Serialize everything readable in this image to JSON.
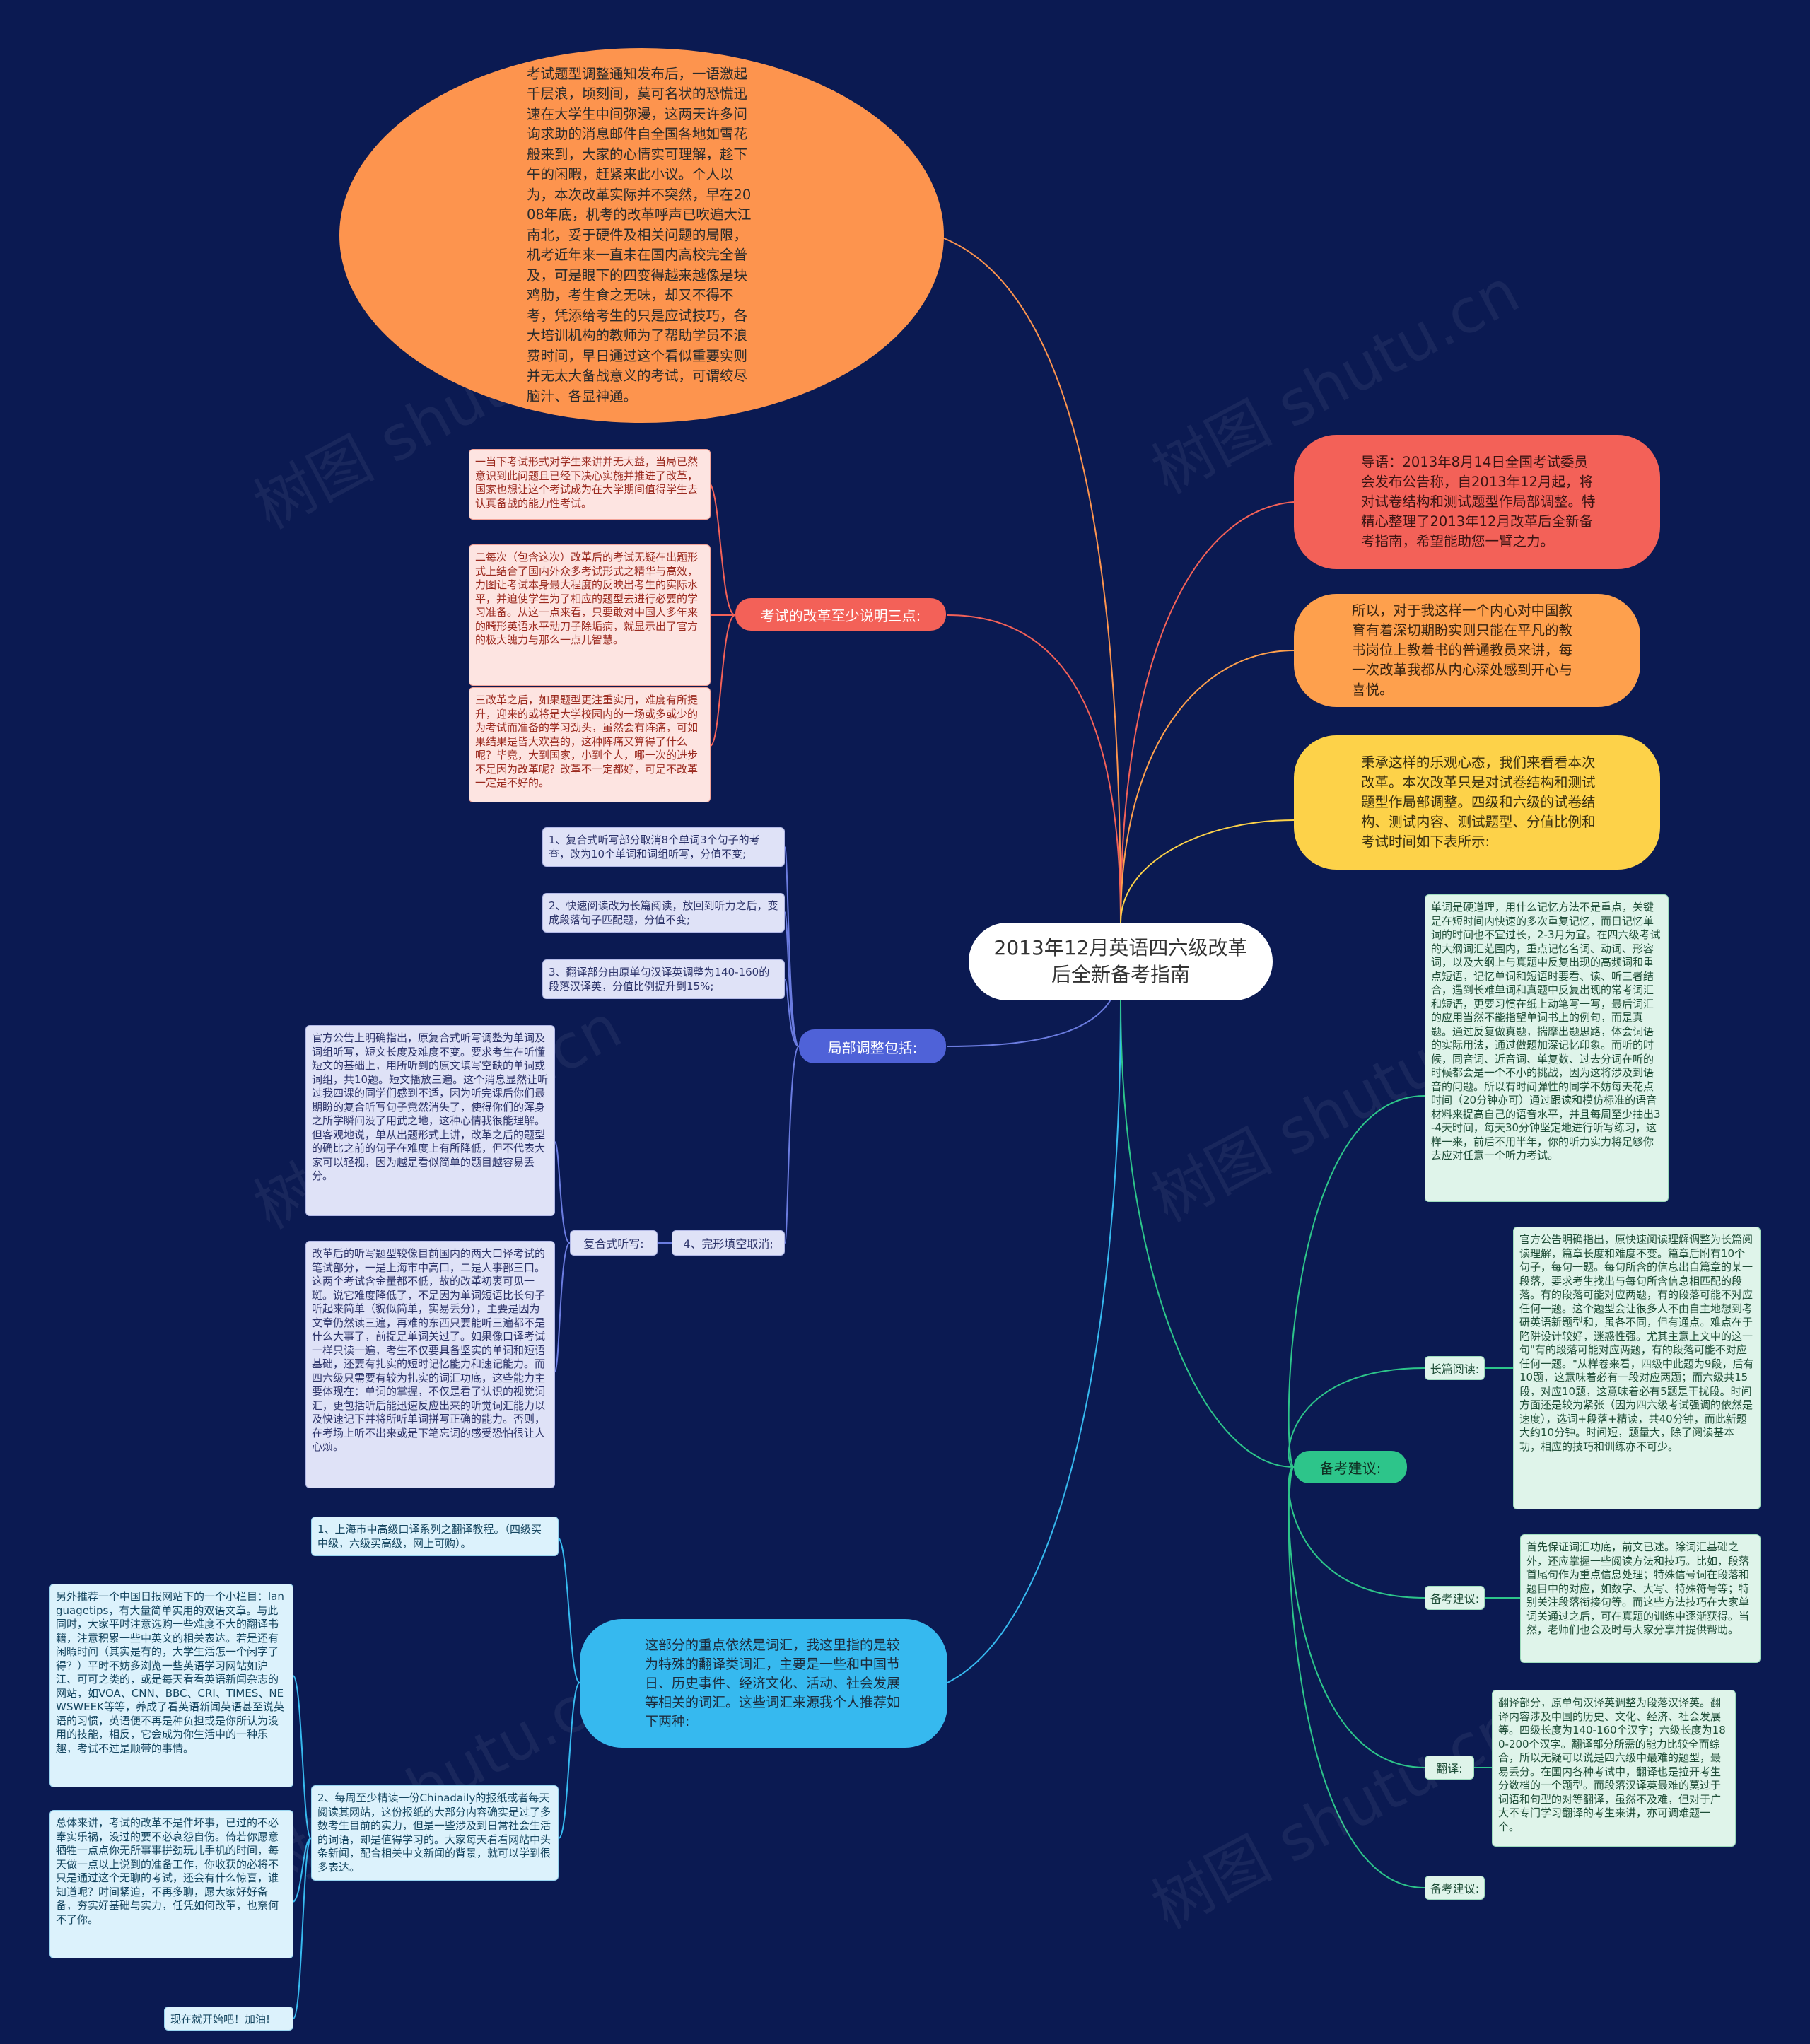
{
  "root": {
    "title": "2013年12月英语四六级改革后全新备考指南"
  },
  "watermark": "树图 shutu.cn",
  "colors": {
    "background": "#0b1a52",
    "orange": "#fd944e",
    "red": "#f36158",
    "amber": "#fea04d",
    "yellow": "#fdd249",
    "blue": "#4f62d8",
    "green": "#2dc58a",
    "cyan": "#36b9ef"
  },
  "left": {
    "intro_ellipse": "考试题型调整通知发布后，一语激起千层浪，顷刻间，莫可名状的恐慌迅速在大学生中间弥漫，这两天许多问询求助的消息邮件自全国各地如雪花般来到，大家的心情实可理解，趁下午的闲暇，赶紧来此小议。个人以为，本次改革实际并不突然，早在2008年底，机考的改革呼声已吹遍大江南北，妥于硬件及相关问题的局限，机考近年来一直未在国内高校完全普及，可是眼下的四变得越来越像是块鸡肋，考生食之无味，却又不得不考，凭添给考生的只是应试技巧，各大培训机构的教师为了帮助学员不浪费时间，早日通过这个看似重要实则并无太大备战意义的考试，可谓绞尽脑汁、各显神通。",
    "three_points": {
      "label": "考试的改革至少说明三点:",
      "items": [
        "一当下考试形式对学生来讲并无大益，当局已然意识到此问题且已经下决心实施并推进了改革，国家也想让这个考试成为在大学期间值得学生去认真备战的能力性考试。",
        "二每次（包含这次）改革后的考试无疑在出题形式上结合了国内外众多考试形式之精华与高效，力图让考试本身最大程度的反映出考生的实际水平，并迫使学生为了相应的题型去进行必要的学习准备。从这一点来看，只要敢对中国人多年来的畸形英语水平动刀子除垢病，就显示出了官方的极大魄力与那么一点儿智慧。",
        "三改革之后，如果题型更注重实用，难度有所提升，迎来的或将是大学校园内的一场或多或少的为考试而准备的学习劲头，虽然会有阵痛，可如果结果是皆大欢喜的，这种阵痛又算得了什么呢？毕竟，大到国家，小到个人，哪一次的进步不是因为改革呢？改革不一定都好，可是不改革一定是不好的。"
      ]
    },
    "partial_changes": {
      "label": "局部调整包括:",
      "items": [
        "1、复合式听写部分取消8个单词3个句子的考查，改为10个单词和词组听写，分值不变;",
        "2、快速阅读改为长篇阅读，放回到听力之后，变成段落句子匹配题，分值不变;",
        "3、翻译部分由原单句汉译英调整为140-160的段落汉译英，分值比例提升到15%;",
        "4、完形填空取消;"
      ],
      "dictation": {
        "label": "复合式听写:",
        "items": [
          "官方公告上明确指出，原复合式听写调整为单词及词组听写，短文长度及难度不变。要求考生在听懂短文的基础上，用所听到的原文填写空缺的单词或词组，共10题。短文播放三遍。这个消息显然让听过我四课的同学们感到不适，因为听完课后你们最期盼的复合听写句子竟然消失了，使得你们的浑身之所学瞬间没了用武之地，这种心情我很能理解。但客观地说，单从出题形式上讲，改革之后的题型的确比之前的句子在难度上有所降低，但不代表大家可以轻视，因为越是看似简单的题目越容易丢分。",
          "改革后的听写题型较像目前国内的两大口译考试的笔试部分，一是上海市中高口，二是人事部三口。这两个考试含金量都不低，故的改革初衷可见一斑。说它难度降低了，不是因为单词短语比长句子听起来简单（貌似简单，实易丢分），主要是因为文章仍然读三遍，再难的东西只要能听三遍都不是什么大事了，前提是单词关过了。如果像口译考试一样只读一遍，考生不仅要具备坚实的单词和短语基础，还要有扎实的短时记忆能力和速记能力。而四六级只需要有较为扎实的词汇功底，这些能力主要体现在：单词的掌握，不仅是看了认识的视觉词汇，更包括听后能迅速反应出来的听觉词汇能力以及快速记下并将所听单词拼写正确的能力。否则，在考场上听不出来或是下笔忘词的感受恐怕很让人心烦。"
        ]
      }
    },
    "vocab": {
      "label": "这部分的重点依然是词汇，我这里指的是较为特殊的翻译类词汇，主要是一些和中国节日、历史事件、经济文化、活动、社会发展等相关的词汇。这些词汇来源我个人推荐如下两种:",
      "items": [
        "1、上海市中高级口译系列之翻译教程。（四级买中级，六级买高级，网上可购）。",
        "2、每周至少精读一份Chinadaily的报纸或者每天阅读其网站，这份报纸的大部分内容确实是过了多数考生目前的实力，但是一些涉及到日常社会生活的词语，却是值得学习的。大家每天看看网站中头条新闻，配合相关中文新闻的背景，就可以学到很多表达。"
      ],
      "sub_items": [
        "另外推荐一个中国日报网站下的一个小栏目：languagetips，有大量简单实用的双语文章。与此同时，大家平时注意选购一些难度不大的翻译书籍，注意积累一些中英文的相关表达。若是还有闲暇时间（其实是有的，大学生活怎一个闲字了得？）平时不妨多浏览一些英语学习网站如沪江、可可之类的，或是每天看看英语新闻杂志的网站，如VOA、CNN、BBC、CRI、TIMES、NEWSWEEK等等，养成了看英语新闻英语甚至说英语的习惯，英语便不再是种负担或是你所认为没用的技能，相反，它会成为你生活中的一种乐趣，考试不过是顺带的事情。",
        "总体来讲，考试的改革不是件坏事，已过的不必奉实乐祸，没过的要不必哀怨自伤。倚若你愿意牺牲一点点你无所事事拼劲玩儿手机的时间，每天做一点以上说到的准备工作，你收获的必将不只是通过这个无聊的考试，还会有什么惊喜，谁知道呢？时间紧迫，不再多聊，愿大家好好备备，夯实好基础与实力，任凭如何改革，也奈何不了你。",
        "现在就开始吧！加油!"
      ]
    }
  },
  "right": {
    "guide": "导语：2013年8月14日全国考试委员会发布公告称，自2013年12月起，将对试卷结构和测试题型作局部调整。特精心整理了2013年12月改革后全新备考指南，希望能助您一臂之力。",
    "teacher": "所以，对于我这样一个内心对中国教育有着深切期盼实则只能在平凡的教书岗位上教着书的普通教员来讲，每一次改革我都从内心深处感到开心与喜悦。",
    "attitude": "秉承这样的乐观心态，我们来看看本次改革。本次改革只是对试卷结构和测试题型作局部调整。四级和六级的试卷结构、测试内容、测试题型、分值比例和考试时间如下表所示:",
    "suggestions": {
      "label": "备考建议:",
      "top_text": "单词是硬道理，用什么记忆方法不是重点，关键是在短时间内快速的多次重复记忆，而日记忆单词的时间也不宜过长，2-3月为宜。在四六级考试的大纲词汇范围内，重点记忆名词、动词、形容词，以及大纲上与真题中反复出现的高频词和重点短语，记忆单词和短语时要看、读、听三者结合，遇到长难单词和真题中反复出现的常考词汇和短语，更要习惯在纸上动笔写一写，最后词汇的应用当然不能指望单词书上的例句，而是真题。通过反复做真题，揣摩出题思路，体会词语的实际用法，通过做题加深记忆印象。而听的时候，同音词、近音词、单复数、过去分词在听的时候都会是一个不小的挑战，因为这将涉及到语音的问题。所以有时间弹性的同学不妨每天花点时间（20分钟亦可）通过跟读和模仿标准的语音材料来提高自己的语音水平，并且每周至少抽出3-4天时间，每天30分钟坚定地进行听写练习，这样一来，前后不用半年，你的听力实力将足够你去应对任意一个听力考试。",
      "long_reading": {
        "label": "长篇阅读:",
        "text": "官方公告明确指出，原快速阅读理解调整为长篇阅读理解，篇章长度和难度不变。篇章后附有10个句子，每句一题。每句所含的信息出自篇章的某一段落，要求考生找出与每句所含信息相匹配的段落。有的段落可能对应两题，有的段落可能不对应任何一题。这个题型会让很多人不由自主地想到考研英语新题型和，虽各不同，但有通点。难点在于陷阱设计较好，迷惑性强。尤其主意上文中的这一句\"有的段落可能对应两题，有的段落可能不对应任何一题。\"从样卷来看，四级中此题为9段，后有10题，这意味着必有一段对应两题；而六级共15段，对应10题，这意味着必有5题是干扰段。时间方面还是较为紧张（因为四六级考试强调的依然是速度），选词+段落+精读，共40分钟，而此新题大约10分钟。时间短，题量大，除了阅读基本功，相应的技巧和训练亦不可少。"
      },
      "exam_tip1": {
        "label": "备考建议:",
        "text": "首先保证词汇功底，前文已述。除词汇基础之外，还应掌握一些阅读方法和技巧。比如，段落首尾句作为重点信息处理；特殊信号词在段落和题目中的对应，如数字、大写、特殊符号等；特别关注段落衔接句等。而这些方法技巧在大家单词关通过之后，可在真题的训练中逐渐获得。当然，老师们也会及时与大家分享并提供帮助。"
      },
      "translation": {
        "label": "翻译:",
        "text": "翻译部分，原单句汉译英调整为段落汉译英。翻译内容涉及中国的历史、文化、经济、社会发展等。四级长度为140-160个汉字；六级长度为180-200个汉字。翻译部分所需的能力比较全面综合，所以无疑可以说是四六级中最难的题型，最易丢分。在国内各种考试中，翻译也是拉开考生分数档的一个题型。而段落汉译英最难的莫过于词语和句型的对等翻译，虽然不及难，但对于广大不专门学习翻译的考生来讲，亦可调难题一个。"
      },
      "exam_tip2": {
        "label": "备考建议:"
      }
    }
  }
}
